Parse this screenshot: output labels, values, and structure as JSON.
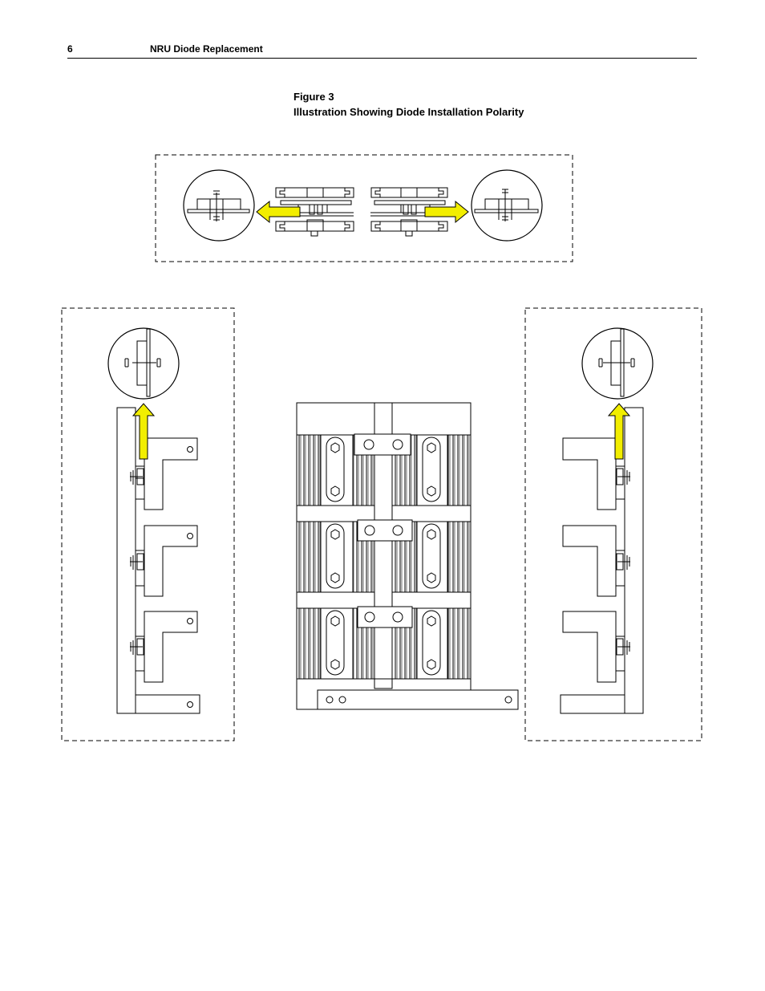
{
  "header": {
    "page_number": "6",
    "title": "NRU Diode Replacement"
  },
  "figure": {
    "number": "Figure 3",
    "caption": "Illustration Showing Diode Installation Polarity"
  },
  "colors": {
    "arrow": "#f2ee00",
    "line": "#000000"
  }
}
